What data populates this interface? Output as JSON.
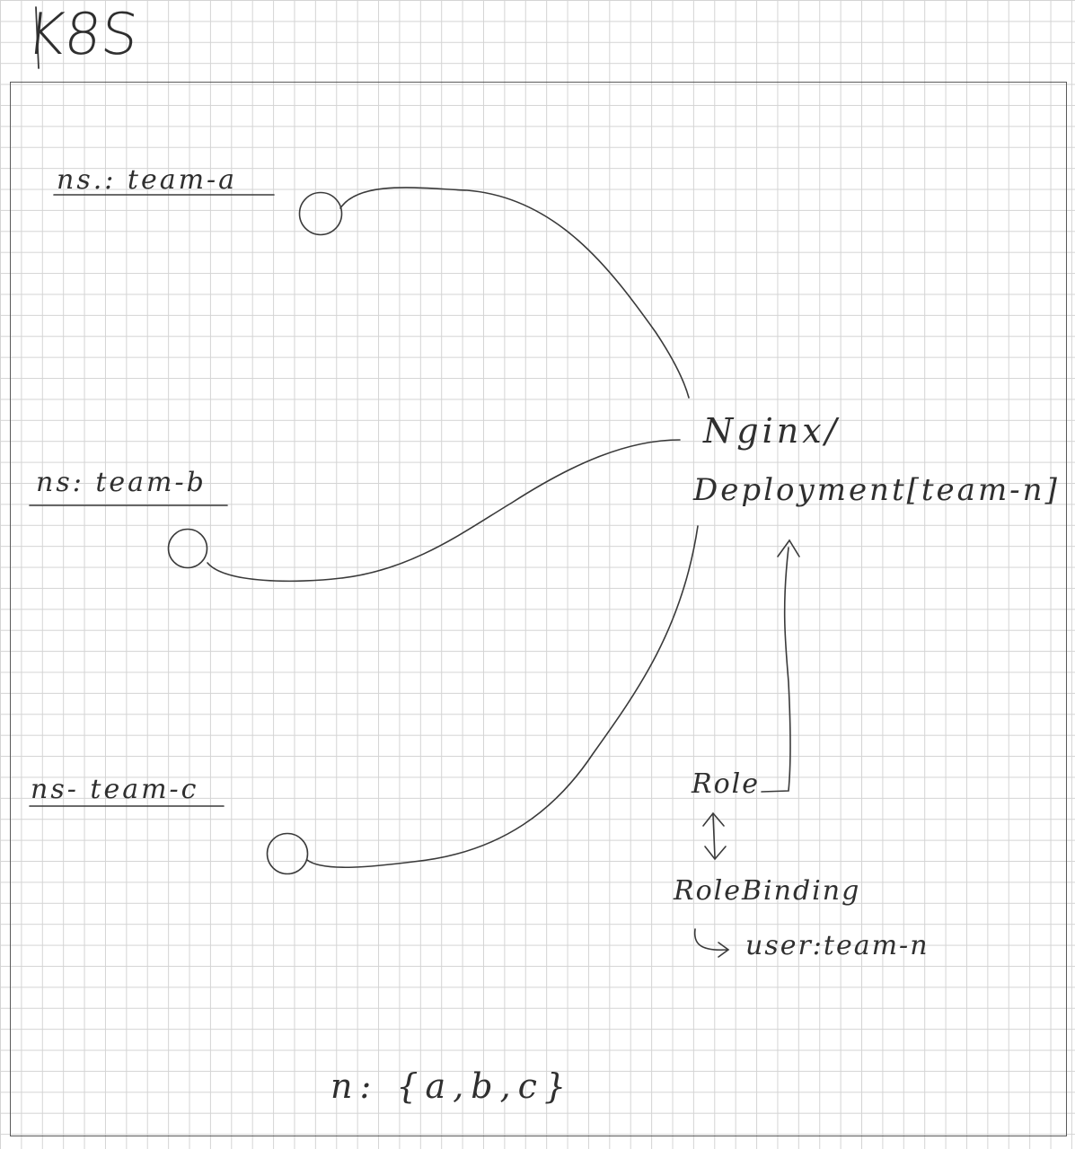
{
  "title": "K8S",
  "namespaces": [
    {
      "label": "ns.: team-a"
    },
    {
      "label": "ns: team-b"
    },
    {
      "label": "ns- team-c"
    }
  ],
  "deployment": {
    "line1": "Nginx/",
    "line2": "Deployment[team-n]"
  },
  "rbac": {
    "role": "Role",
    "role_binding": "RoleBinding",
    "user": "user:team-n"
  },
  "footnote": "n: {a,b,c}",
  "colors": {
    "ink": "#2f2f2f",
    "grid": "#d4d4d4",
    "frame": "#5a5a5a",
    "paper": "#ffffff"
  },
  "icons": {
    "namespace_node": "circle",
    "user_arrow": "hooked-right-arrow",
    "role_binding_link": "double-headed-vertical-arrow",
    "role_to_deployment": "upward-arrow"
  }
}
